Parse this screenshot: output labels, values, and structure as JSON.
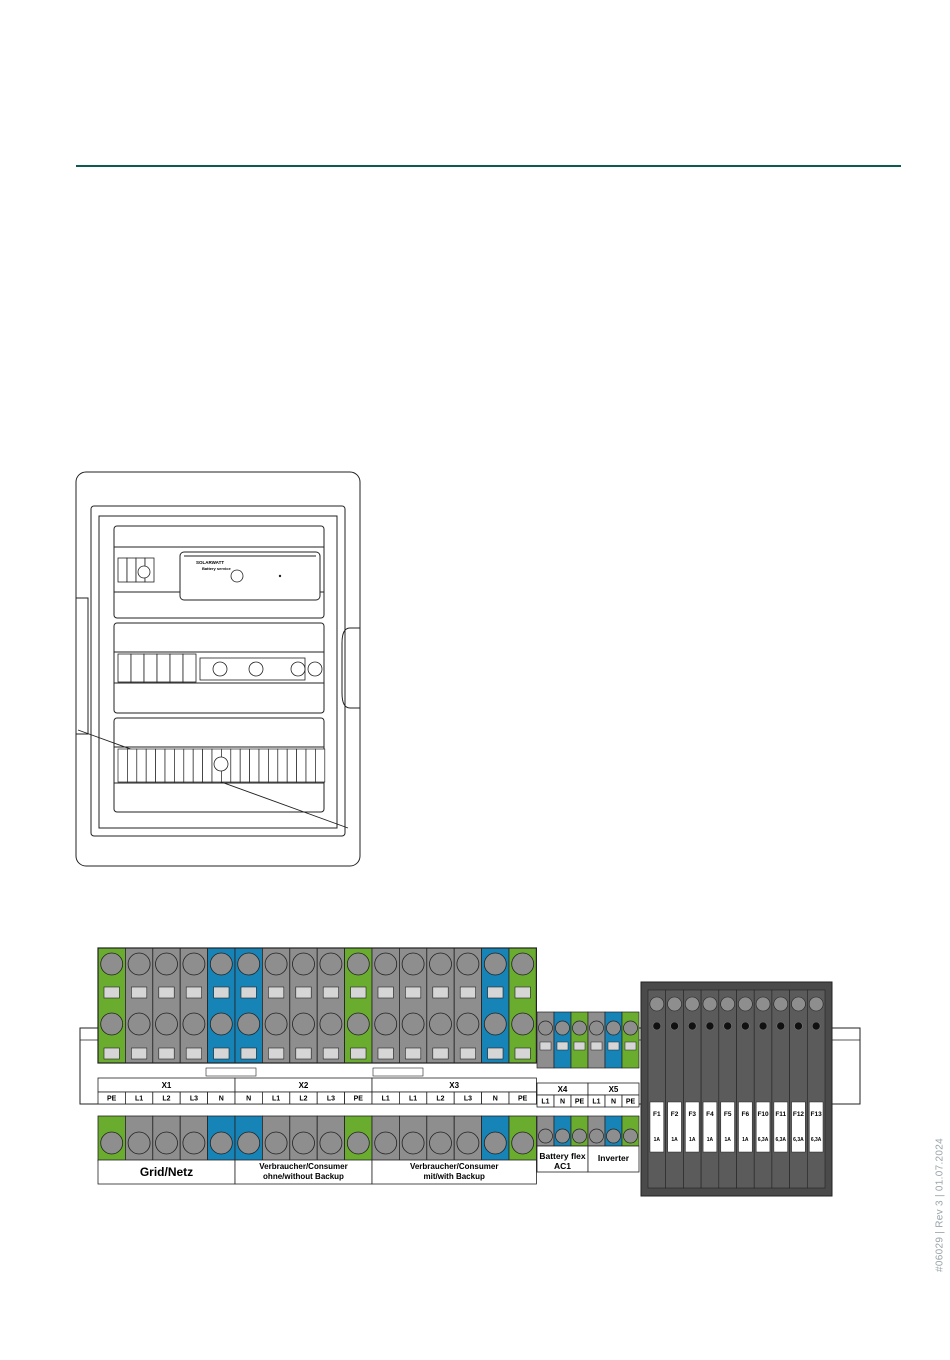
{
  "doc_id": "#06029 | Rev 3 | 01.07.2024",
  "colors": {
    "rule": "#0c5a52",
    "green": "#6aac2e",
    "blue": "#1784b8",
    "grey": "#8e8e8e",
    "dark": "#4a4a4a",
    "line": "#222222"
  },
  "cabinet": {
    "brand": "SOLARWATT",
    "module": "Battery service"
  },
  "terminal": {
    "groups": [
      {
        "name": "X1",
        "labels": [
          "PE",
          "L1",
          "L2",
          "L3",
          "N"
        ],
        "colors": [
          "g",
          "s",
          "s",
          "s",
          "b"
        ],
        "bottom": "Grid/Netz"
      },
      {
        "name": "X2",
        "labels": [
          "N",
          "L1",
          "L2",
          "L3",
          "PE"
        ],
        "colors": [
          "b",
          "s",
          "s",
          "s",
          "g"
        ],
        "bottom_lines": [
          "Verbraucher/Consumer",
          "ohne/without Backup"
        ]
      },
      {
        "name": "X3",
        "labels": [
          "L1",
          "L1",
          "L2",
          "L3",
          "N",
          "PE"
        ],
        "colors": [
          "s",
          "s",
          "s",
          "s",
          "b",
          "g"
        ],
        "bottom_lines": [
          "Verbraucher/Consumer",
          "mit/with Backup"
        ]
      }
    ],
    "small_groups": [
      {
        "name": "X4",
        "labels": [
          "L1",
          "N",
          "PE"
        ],
        "colors": [
          "s",
          "b",
          "g"
        ],
        "bottom_lines": [
          "Battery flex",
          "AC1"
        ]
      },
      {
        "name": "X5",
        "labels": [
          "L1",
          "N",
          "PE"
        ],
        "colors": [
          "s",
          "b",
          "g"
        ],
        "bottom_lines": [
          "Inverter"
        ]
      }
    ],
    "fuses": [
      {
        "id": "F1",
        "rating": "1A"
      },
      {
        "id": "F2",
        "rating": "1A"
      },
      {
        "id": "F3",
        "rating": "1A"
      },
      {
        "id": "F4",
        "rating": "1A"
      },
      {
        "id": "F5",
        "rating": "1A"
      },
      {
        "id": "F6",
        "rating": "1A"
      },
      {
        "id": "F10",
        "rating": "6,3A"
      },
      {
        "id": "F11",
        "rating": "6,3A"
      },
      {
        "id": "F12",
        "rating": "6,3A"
      },
      {
        "id": "F13",
        "rating": "6,3A"
      }
    ]
  }
}
